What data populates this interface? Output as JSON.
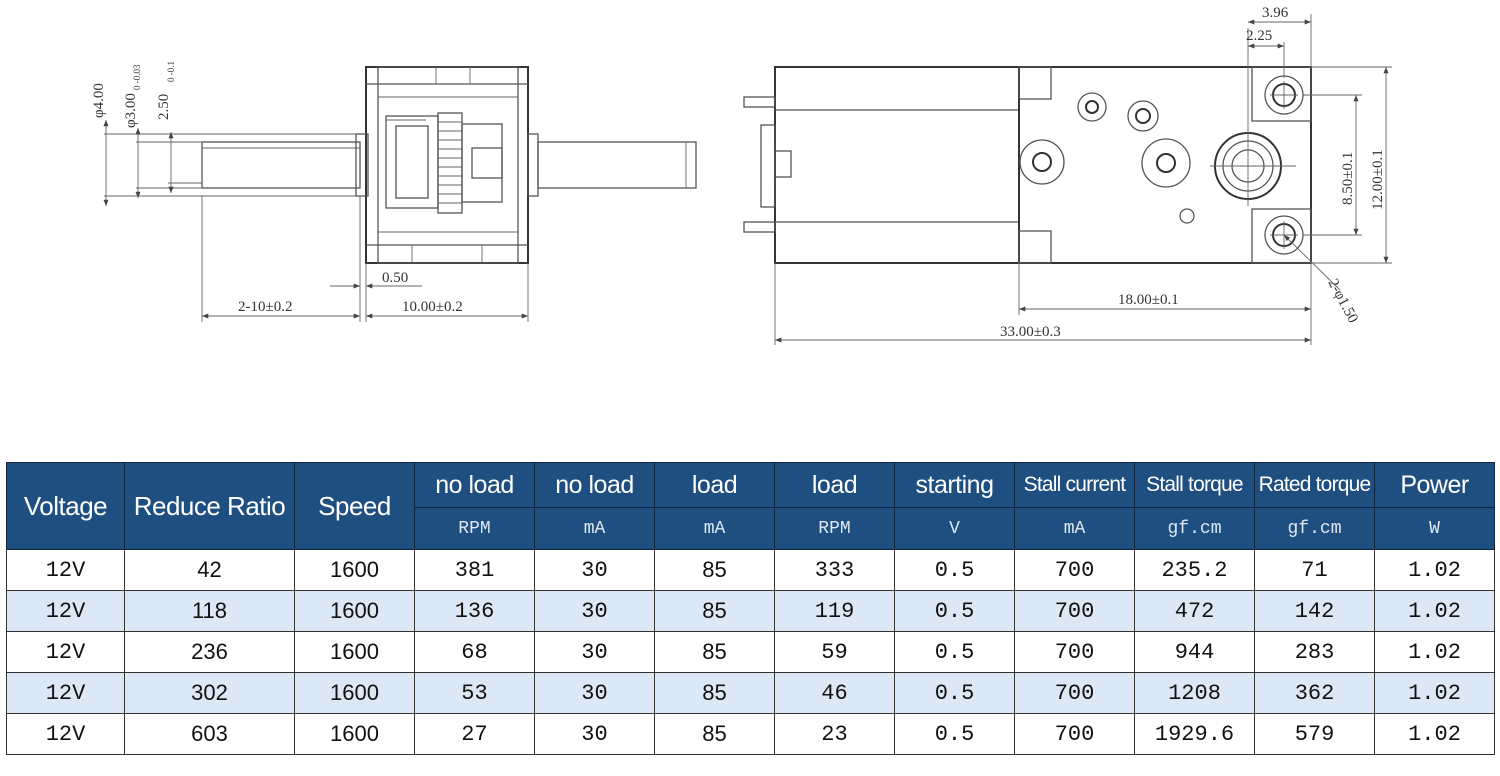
{
  "drawing": {
    "side_view": {
      "dia_outer": "φ4.00",
      "dia_mid": "φ3.00",
      "dia_mid_tol": "0 -0.03",
      "flat": "2.50",
      "flat_tol": "0 -0.1",
      "gap": "0.50",
      "shaft_length": "2-10±0.2",
      "gearbox_length": "10.00±0.2"
    },
    "top_view": {
      "hole_offset_outer": "3.96",
      "hole_offset_inner": "2.25",
      "hole_spacing": "8.50±0.1",
      "height": "12.00±0.1",
      "gearbox_length": "18.00±0.1",
      "total_length": "33.00±0.3",
      "mount_holes": "2-φ1.50"
    }
  },
  "table": {
    "headers": [
      {
        "top": "Voltage",
        "unit": ""
      },
      {
        "top": "Reduce Ratio",
        "unit": ""
      },
      {
        "top": "Speed",
        "unit": ""
      },
      {
        "top": "no load",
        "unit": "RPM"
      },
      {
        "top": "no load",
        "unit": "mA"
      },
      {
        "top": "load",
        "unit": "mA"
      },
      {
        "top": "load",
        "unit": "RPM"
      },
      {
        "top": "starting",
        "unit": "V"
      },
      {
        "top": "Stall current",
        "unit": "mA"
      },
      {
        "top": "Stall torque",
        "unit": "gf.cm"
      },
      {
        "top": "Rated torque",
        "unit": "gf.cm"
      },
      {
        "top": "Power",
        "unit": "W"
      }
    ],
    "rows": [
      [
        "12V",
        "42",
        "1600",
        "381",
        "30",
        "85",
        "333",
        "0.5",
        "700",
        "235.2",
        "71",
        "1.02"
      ],
      [
        "12V",
        "118",
        "1600",
        "136",
        "30",
        "85",
        "119",
        "0.5",
        "700",
        "472",
        "142",
        "1.02"
      ],
      [
        "12V",
        "236",
        "1600",
        "68",
        "30",
        "85",
        "59",
        "0.5",
        "700",
        "944",
        "283",
        "1.02"
      ],
      [
        "12V",
        "302",
        "1600",
        "53",
        "30",
        "85",
        "46",
        "0.5",
        "700",
        "1208",
        "362",
        "1.02"
      ],
      [
        "12V",
        "603",
        "1600",
        "27",
        "30",
        "85",
        "23",
        "0.5",
        "700",
        "1929.6",
        "579",
        "1.02"
      ]
    ]
  }
}
